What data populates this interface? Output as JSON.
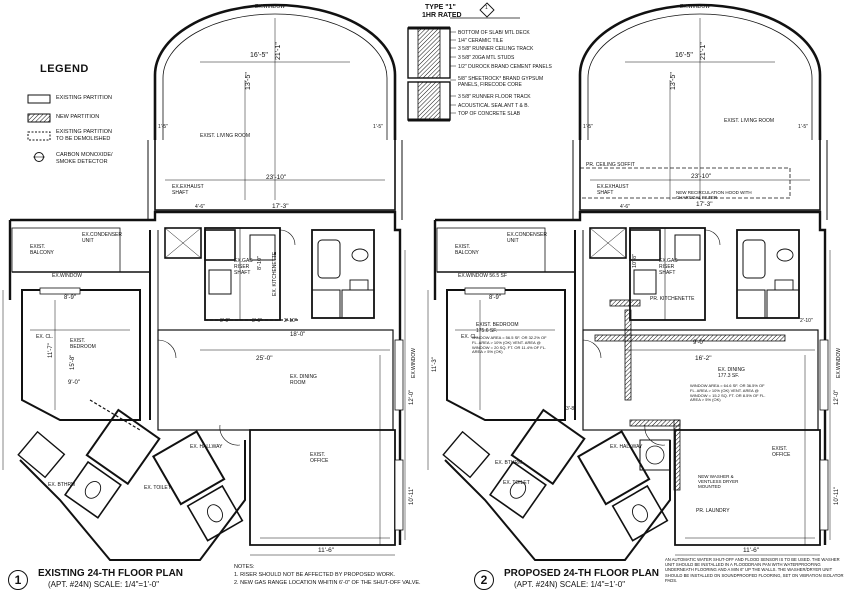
{
  "legend": {
    "title": "LEGEND",
    "items": [
      {
        "label": "EXISTING PARTITION"
      },
      {
        "label": "NEW PARTITION"
      },
      {
        "label": "EXISTING PARTITION TO BE DEMOLISHED"
      },
      {
        "label": "CARBON MONOXIDE/ SMOKE DETECTOR"
      }
    ]
  },
  "type_detail": {
    "title": "TYPE \"1\"",
    "rating": "1HR RATED",
    "marker": "1",
    "layers": [
      "BOTTOM OF SLAB/ MTL DECK",
      "1/4\" CERAMIC TILE",
      "3 5/8\" RUNNER CEILING TRACK",
      "3 5/8\" 20GA MTL STUDS",
      "1/2\" DUROCK BRAND CEMENT PANELS",
      "5/8\" SHEETROCK* BRAND GYPSUM PANELS, FIRECODE CORE",
      "3 5/8\" RUNNER FLOOR TRACK",
      "ACOUSTICAL SEALANT T & B.",
      "TOP OF CONCRETE SLAB"
    ]
  },
  "plan1": {
    "number": "1",
    "title": "EXISTING 24-TH FLOOR PLAN",
    "scale": "(APT. #24N) SCALE: 1/4\"=1'-0\"",
    "rooms": {
      "living": "EXIST. LIVING ROOM",
      "balcony": "EXIST. BALCONY",
      "bedroom": "EXIST. BEDROOM",
      "dining": "EX. DINING ROOM",
      "office": "EXIST. OFFICE",
      "hallway": "EX. HALLWAY",
      "kitchenette": "EX. KITCHENETTE",
      "toilet": "EX. TOILET",
      "bthrm": "EX. BTHRM",
      "closet": "EX. CL.",
      "exhaust_shaft": "EX.EXHAUST SHAFT",
      "gas_riser": "EX.GAS RISER SHAFT",
      "condenser": "EX.CONDENSER UNIT",
      "window_top": "EX.WINDOW",
      "window_right": "EX.WINDOW",
      "window_left": "EX.WINDOW"
    },
    "dims": {
      "d16_5": "16'-5\"",
      "d13_5": "13'-5\"",
      "d21_1": "21'-1\"",
      "d23_10": "23'-10\"",
      "d17_3": "17'-3\"",
      "d25_0": "25'-0\"",
      "d18_0": "18'-0\"",
      "d9_0": "9'-0\"",
      "d11_7": "11'-7\"",
      "d15_8": "15'-8\"",
      "d12_0": "12'-0\"",
      "d10_11": "10'-11\"",
      "d11_6": "11'-6\"",
      "d8_9": "8'-9\"",
      "d8_10": "8'-10\"",
      "d4_6": "4'-6\"",
      "d1_5a": "1'-5\"",
      "d1_5b": "1'-5\"",
      "d2_10": "2'-10\"",
      "d3_0": "3'-0\"",
      "d3_6": "3'-6\""
    },
    "notes_title": "NOTES:",
    "notes": [
      "1. RISER SHOULD NOT BE AFFECTED BY PROPOSED WORK.",
      "2. NEW GAS RANGE LOCATION WHITIN 6'-0\" OF THE SHUT-OFF VALVE."
    ]
  },
  "plan2": {
    "number": "2",
    "title": "PROPOSED 24-TH FLOOR PLAN",
    "scale": "(APT. #24N) SCALE: 1/4\"=1'-0\"",
    "rooms": {
      "living": "EXIST. LIVING ROOM",
      "balcony": "EXIST. BALCONY",
      "bedroom": "EXIST. BEDROOM 175.6 SF.",
      "dining": "EX. DINING 177.3 SF.",
      "office": "EXIST. OFFICE",
      "hallway": "EX. HALLWAY",
      "kitchenette": "PR. KITCHENETTE",
      "laundry": "PR. LAUNDRY",
      "toilet": "EX. TOILET",
      "bthrm": "EX. BTHRM",
      "closet": "EX. CL.",
      "exhaust_shaft": "EX.EXHAUST SHAFT",
      "gas_riser": "EX.GAS RISER SHAFT",
      "condenser": "EX.CONDENSER UNIT",
      "window_top": "EX.WINDOW",
      "window_right": "EX.WINDOW",
      "window_left": "EX.WINDOW 56.5 SF",
      "washer": "NEW WASHER & VENTLESS DRYER MOUNTED",
      "hood": "NEW RECIRCULATION HOOD WITH CHARCOAL FILTER",
      "soffit": "PR. CEILING SOFFIT"
    },
    "bedroom_note": "WINDOW AREA = 56.5 SF. OR 32.2% OF FL. AREA > 10% (OK) VENT. AREA @ WINDOW = 20 SQ. FT. OR 11.4% OF FL. AREA > 5% (OK)",
    "dining_note": "WINDOW AREA = 64.6 SF. OR 36.5% OF FL. AREA > 10% (OK) VENT. AREA @ WINDOW = 15.2 SQ. FT. OR 8.5% OF FL. AREA > 5% (OK)",
    "dims": {
      "d16_5": "16'-5\"",
      "d13_5": "13'-5\"",
      "d21_1": "21'-1\"",
      "d23_10": "23'-10\"",
      "d17_3": "17'-3\"",
      "d16_2": "16'-2\"",
      "d9_0": "9'-0\"",
      "d11_3": "11'-3\"",
      "d12_0": "12'-0\"",
      "d10_11": "10'-11\"",
      "d11_6": "11'-6\"",
      "d8_9": "8'-9\"",
      "d10_8": "10'-8\"",
      "d4_6": "4'-6\"",
      "d1_5a": "1'-5\"",
      "d1_5b": "1'-5\"",
      "d2_10": "2'-10\"",
      "d3_8": "3'-8\""
    },
    "footnote": "AN AUTOMATIC WATER SHUT-OFF AND FLOOD SENSOR IS TO BE USED. THE WASHER UNIT SHOULD BE INSTALLED IN A FLOODDRAIN PAN WITH WATERPROOFING UNDERNEATH FLOORING AND A MIN 6\" UP THE WALLS. THE WASHER/DRYER UNIT SHOULD BE INSTALLED ON SOUNDPROOFED FLOORING, SET ON VIBRATION ISOLATOR PADS."
  }
}
